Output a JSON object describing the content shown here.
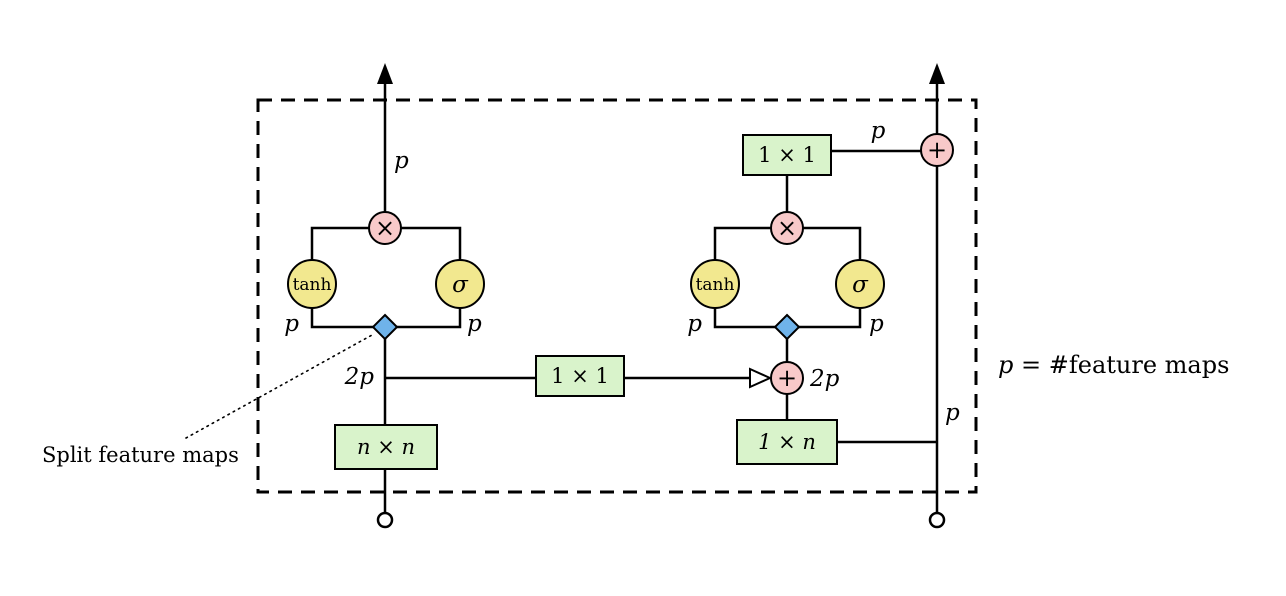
{
  "colors": {
    "conv_box": "#d9f3cb",
    "gate_circle": "#f2e88f",
    "op_circle": "#f8c9c9",
    "split_diamond": "#6fb3ea"
  },
  "legend": {
    "var": "p",
    "rest": " = #feature maps"
  },
  "annotation": {
    "split": "Split feature maps"
  },
  "ops": {
    "multiply": "×",
    "add": "+"
  },
  "left_unit": {
    "input_conv": "n × n",
    "pre_split": "2p",
    "tanh": "tanh",
    "sigma": "σ",
    "p_tanh": "p",
    "p_sigma": "p",
    "p_out": "p"
  },
  "skip": {
    "conv": "1 × 1"
  },
  "right_unit": {
    "sum_in": "2p",
    "input_conv": "1 × n",
    "p_in": "p",
    "tanh": "tanh",
    "sigma": "σ",
    "p_tanh": "p",
    "p_sigma": "p",
    "out_conv": "1 × 1",
    "p_skip": "p"
  }
}
